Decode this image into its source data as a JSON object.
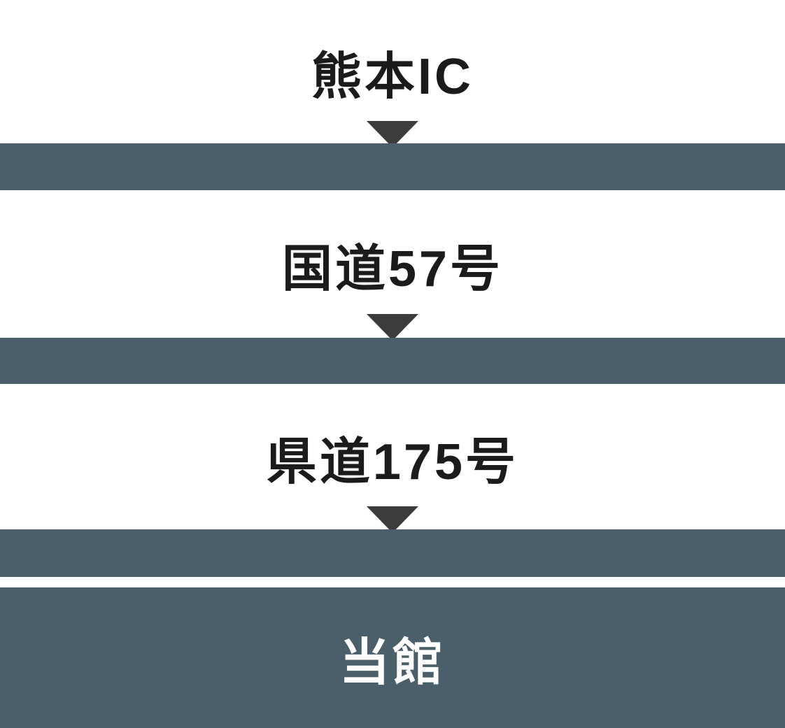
{
  "diagram": {
    "type": "route-flow",
    "steps": [
      {
        "label": "熊本IC"
      },
      {
        "label": "国道57号"
      },
      {
        "label": "県道175号"
      },
      {
        "label": "当館"
      }
    ],
    "icons": {
      "connector": "down-arrow-triangle"
    },
    "colors": {
      "band": "#4a5f69",
      "arrow": "#3c3c3c",
      "step_text": "#1b1b1b",
      "final_step_text": "#ffffff",
      "background": "#ffffff"
    }
  }
}
